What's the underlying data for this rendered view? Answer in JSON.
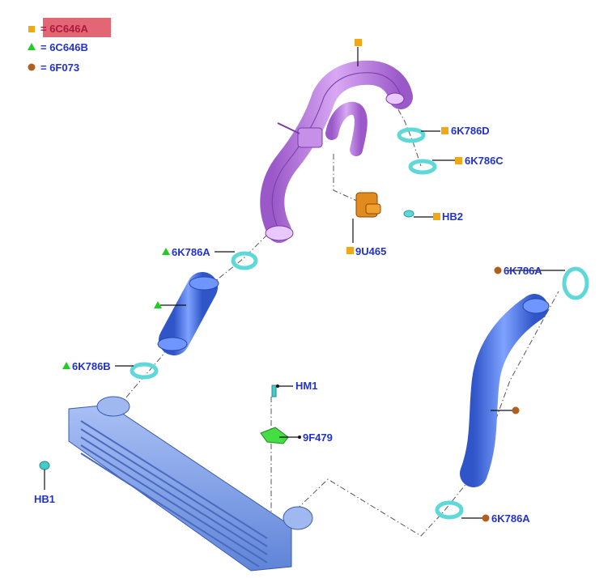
{
  "legend": [
    {
      "symbol": "square",
      "color": "#f0a818",
      "label": "= 6C646A",
      "highlight": "#e06070"
    },
    {
      "symbol": "triangle",
      "color": "#22cc22",
      "label": "= 6C646B"
    },
    {
      "symbol": "circle",
      "color": "#b0601c",
      "label": "= 6F073"
    }
  ],
  "callouts": {
    "k786d": "6K786D",
    "k786c": "6K786C",
    "hb2": "HB2",
    "u9465": "9U465",
    "k786a_left": "6K786A",
    "k786b": "6K786B",
    "k786a_right_top": "6K786A",
    "k786a_right_bottom": "6K786A",
    "hm1": "HM1",
    "f9479": "9F479",
    "hb1": "HB1"
  },
  "colors": {
    "label": "#2233cc",
    "square_marker": "#f0a818",
    "triangle_marker": "#22cc22",
    "circle_marker": "#b0601c",
    "purple_pipe": "#c690e8",
    "blue_hose": "#4a78e6",
    "intercooler": "#7fa2ee",
    "clamp": "#6fe0e0",
    "sensor": "#e08a20",
    "bracket": "#44dd44"
  }
}
